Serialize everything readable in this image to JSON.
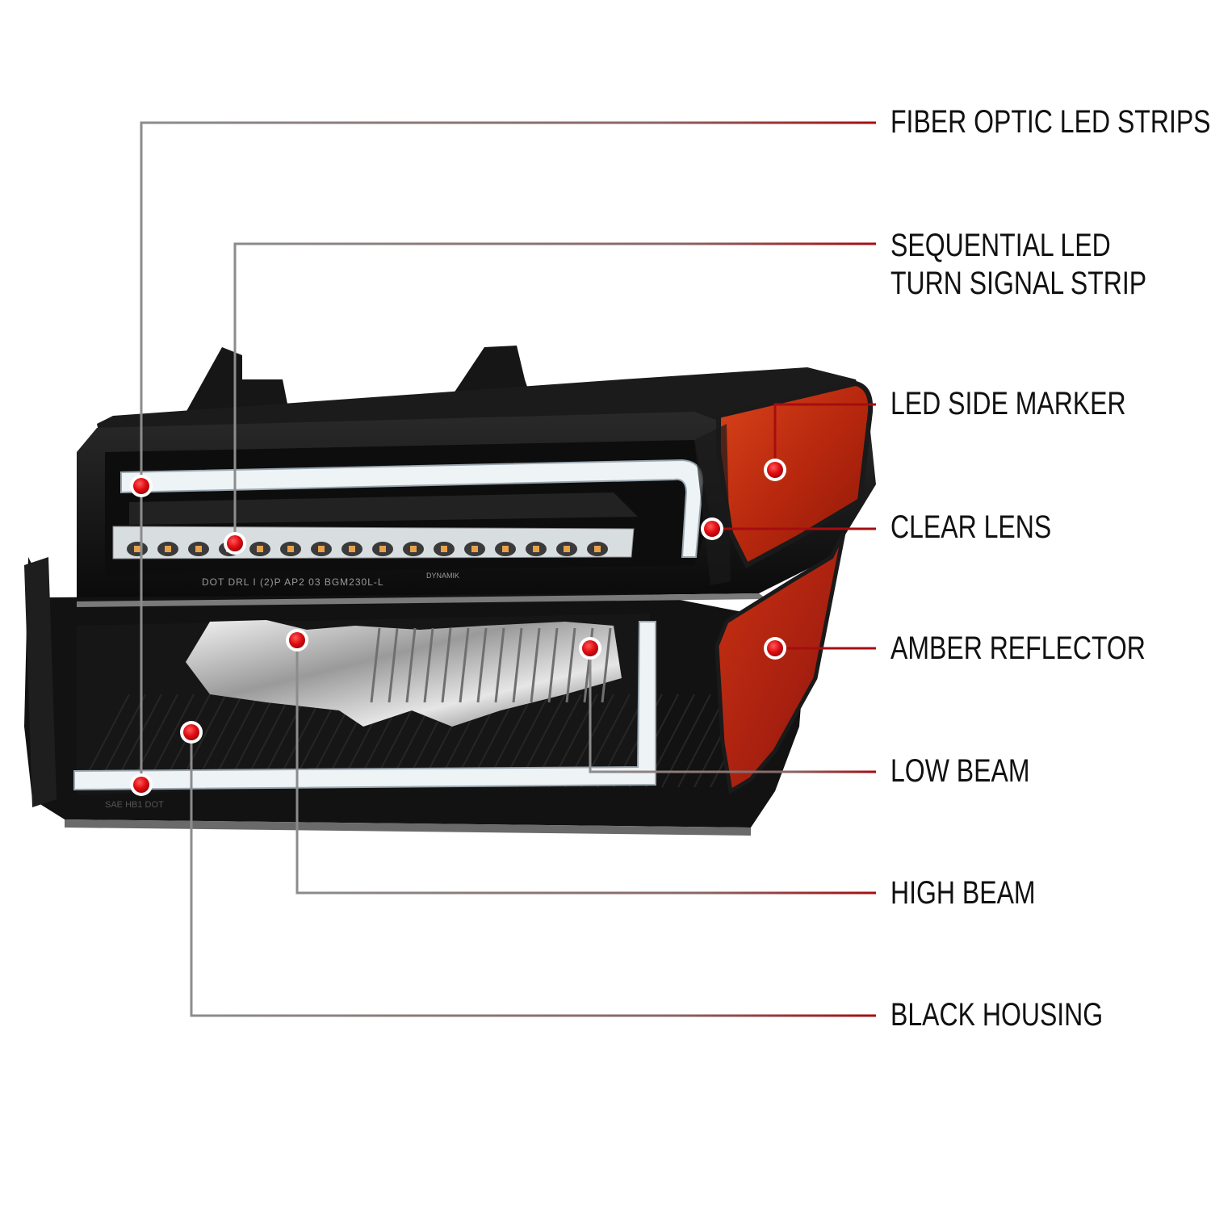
{
  "colors": {
    "leader_gray": "#8a8a8a",
    "leader_red": "#a50d10",
    "dot_red": "#e00d12",
    "housing_black": "#111111",
    "amber": "#b8280e",
    "chrome": "#c8c8c8",
    "led_strip": "#eef3f6"
  },
  "product_print": {
    "upper_code": "DOT DRL I (2)P AP2 03 BGM230L-L",
    "brand": "DYNAMIK",
    "lower_code": "SAE HB1 DOT"
  },
  "callouts": [
    {
      "id": "fiber-optic-led-strips",
      "lines": [
        "FIBER OPTIC LED STRIPS"
      ]
    },
    {
      "id": "sequential-led-turn-signal-strip",
      "lines": [
        "SEQUENTIAL LED",
        "TURN SIGNAL STRIP"
      ]
    },
    {
      "id": "led-side-marker",
      "lines": [
        "LED SIDE MARKER"
      ]
    },
    {
      "id": "clear-lens",
      "lines": [
        "CLEAR LENS"
      ]
    },
    {
      "id": "amber-reflector",
      "lines": [
        "AMBER REFLECTOR"
      ]
    },
    {
      "id": "low-beam",
      "lines": [
        "LOW BEAM"
      ]
    },
    {
      "id": "high-beam",
      "lines": [
        "HIGH BEAM"
      ]
    },
    {
      "id": "black-housing",
      "lines": [
        "BLACK HOUSING"
      ]
    }
  ]
}
